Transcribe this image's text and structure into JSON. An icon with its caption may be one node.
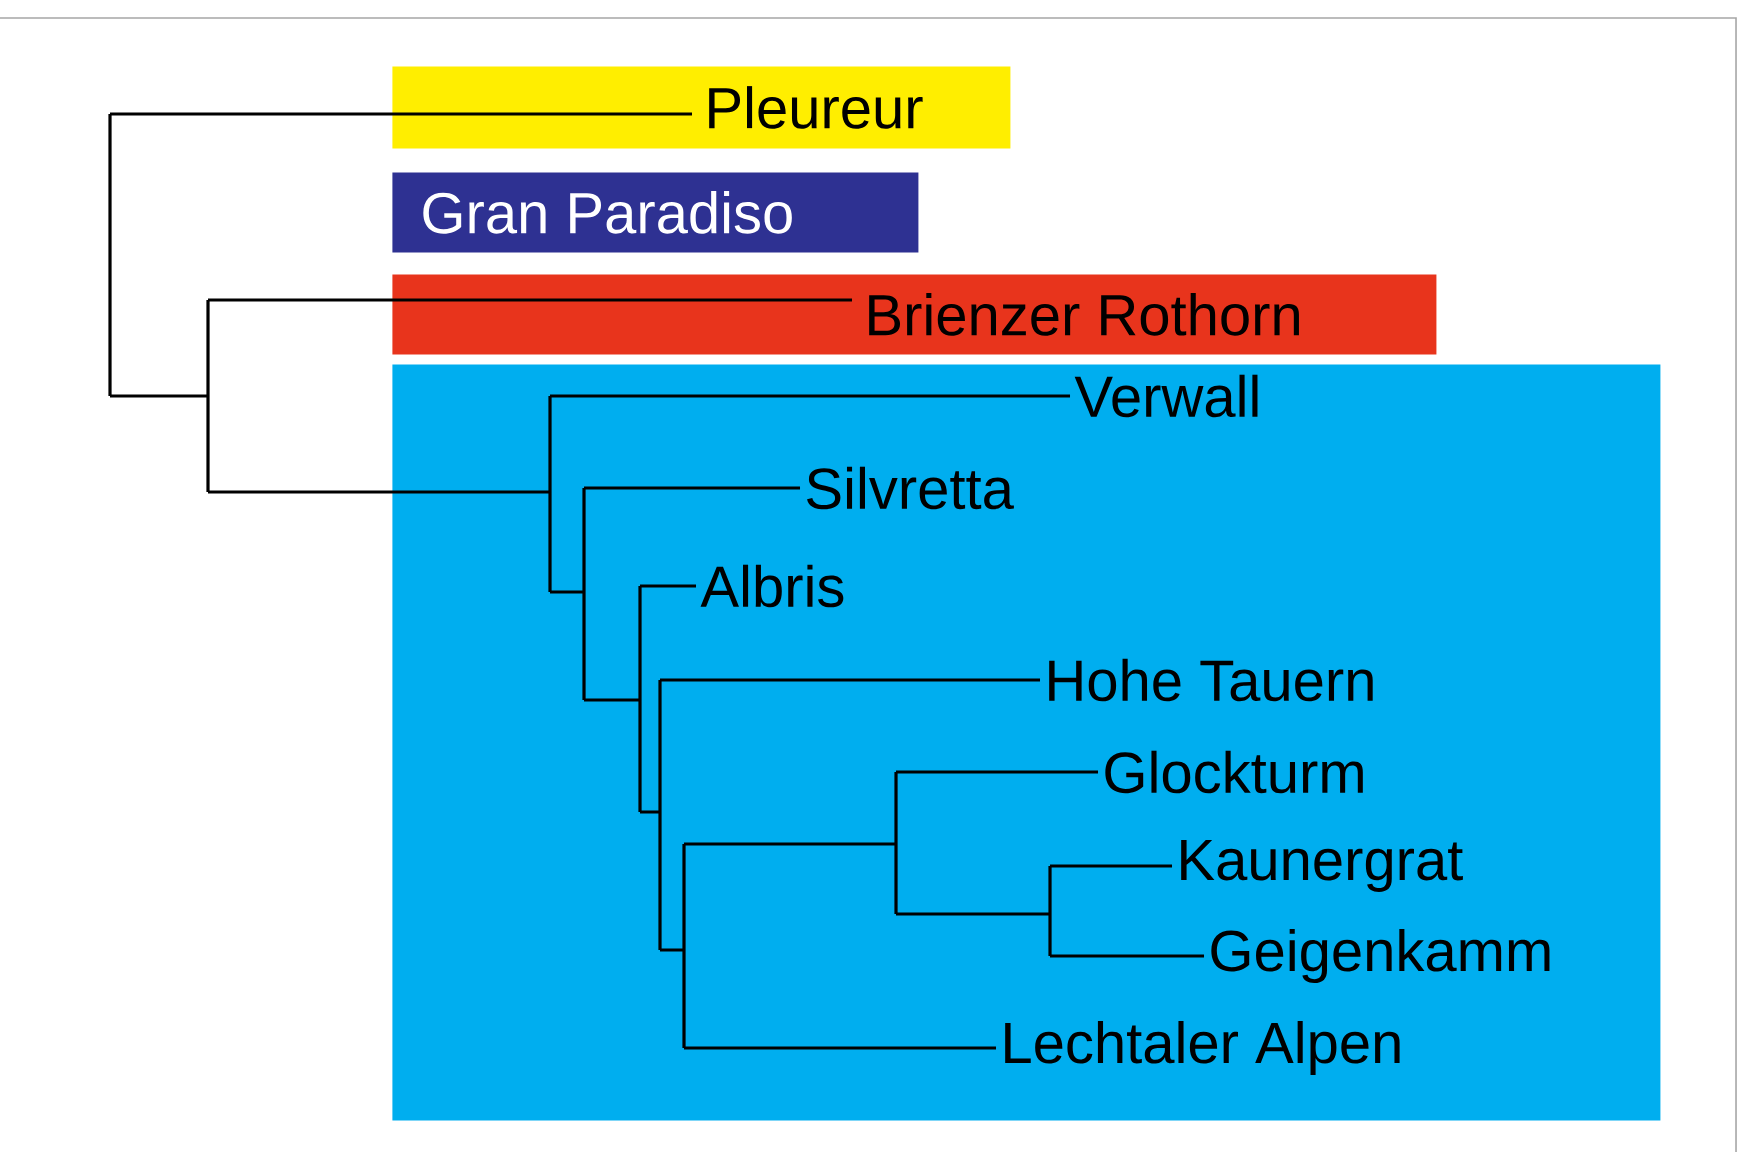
{
  "diagram": {
    "nodes": [
      {
        "text": [
          "Pleureur"
        ]
      },
      {
        "text": [
          "Gran Paradiso"
        ]
      },
      {
        "text": [
          "Brienzer Rothorn"
        ]
      },
      {
        "text": [],
        "shape": "box"
      },
      {
        "text": [
          "Verwall"
        ],
        "in": 3
      },
      {
        "text": [
          "Silvretta"
        ],
        "in": 3
      },
      {
        "text": [
          "Albris"
        ],
        "in": 3
      },
      {
        "text": [
          "Hohe Tauern"
        ],
        "in": 3
      },
      {
        "text": [
          "Glockturm"
        ],
        "in": 3
      },
      {
        "text": [
          "Kaunergrat"
        ],
        "in": 3
      },
      {
        "text": [
          "Geigenkamm"
        ],
        "in": 3
      },
      {
        "text": [
          "Lechtaler Alpen"
        ],
        "in": 3
      }
    ],
    "edges": [
      {
        "from": null,
        "to": 0,
        "arrow": "none"
      },
      {
        "from": null,
        "to": 2,
        "arrow": "none"
      },
      {
        "from": null,
        "to": 4,
        "arrow": "none"
      },
      {
        "from": null,
        "to": 5,
        "arrow": "none"
      },
      {
        "from": null,
        "to": 6,
        "arrow": "none"
      },
      {
        "from": null,
        "to": 7,
        "arrow": "none"
      },
      {
        "from": null,
        "to": 8,
        "arrow": "none"
      },
      {
        "from": null,
        "to": 9,
        "arrow": "none"
      },
      {
        "from": null,
        "to": 10,
        "arrow": "none"
      },
      {
        "from": null,
        "to": 11,
        "arrow": "none"
      }
    ]
  }
}
